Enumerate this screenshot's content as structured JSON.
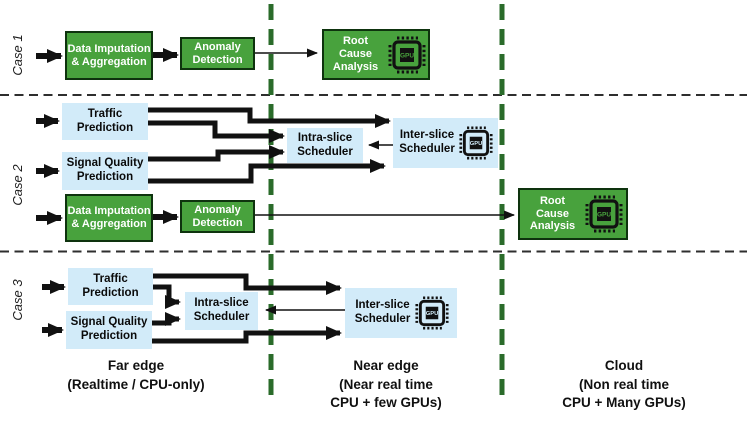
{
  "colors": {
    "green_box": "#48A23D",
    "blue_box": "#D2EBF9",
    "divider_green": "#2A6B2A",
    "wire_black": "#111111"
  },
  "cases": [
    {
      "label": "Case 1"
    },
    {
      "label": "Case 2"
    },
    {
      "label": "Case 3"
    }
  ],
  "labels": {
    "data_imputation": "Data Imputation & Aggregation",
    "anomaly_detection": "Anomaly Detection",
    "root_cause": "Root Cause Analysis",
    "traffic_prediction": "Traffic Prediction",
    "signal_quality": "Signal Quality Prediction",
    "intra_slice": "Intra-slice Scheduler",
    "inter_slice": "Inter-slice Scheduler",
    "gpu": "GPU"
  },
  "zones": [
    {
      "name": "Far edge",
      "sub": [
        "(Realtime / CPU-only)"
      ]
    },
    {
      "name": "Near edge",
      "sub": [
        "(Near real time",
        "CPU + few GPUs)"
      ]
    },
    {
      "name": "Cloud",
      "sub": [
        "(Non real time",
        "CPU + Many GPUs)"
      ]
    }
  ]
}
